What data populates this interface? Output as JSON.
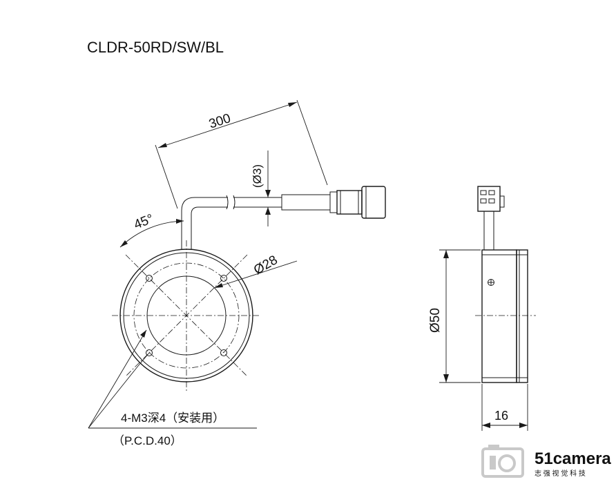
{
  "title": "CLDR-50RD/SW/BL",
  "dimensions": {
    "cable_length": "300",
    "cable_diameter": "(Ø3)",
    "cable_angle": "45°",
    "inner_diameter": "Ø28",
    "outer_diameter": "Ø50",
    "thickness": "16"
  },
  "notes": {
    "mounting_holes": "4-M3深4（安装用）",
    "pcd": "（P.C.D.40）"
  },
  "watermark": {
    "icon": "camera-logo-icon",
    "brand": "51camera",
    "tagline": "志 强 视 觉 科 技"
  },
  "colors": {
    "line": "#1a1a1a",
    "watermark": "#c9c9c9"
  }
}
